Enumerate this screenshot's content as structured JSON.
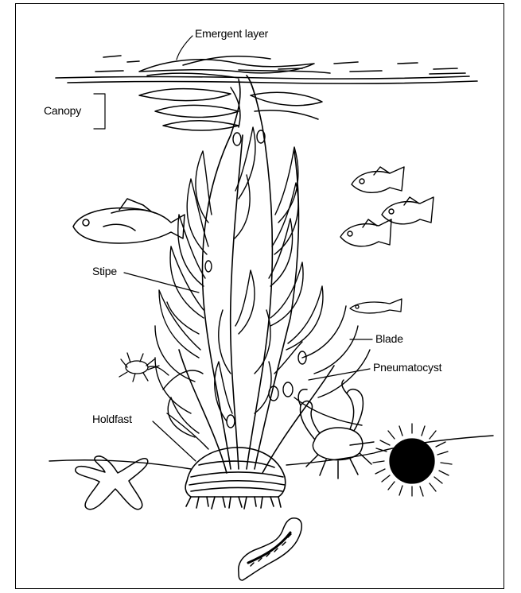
{
  "labels": {
    "emergent_layer": "Emergent layer",
    "canopy": "Canopy",
    "stipe": "Stipe",
    "blade": "Blade",
    "pneumatocyst": "Pneumatocyst",
    "holdfast": "Holdfast"
  }
}
